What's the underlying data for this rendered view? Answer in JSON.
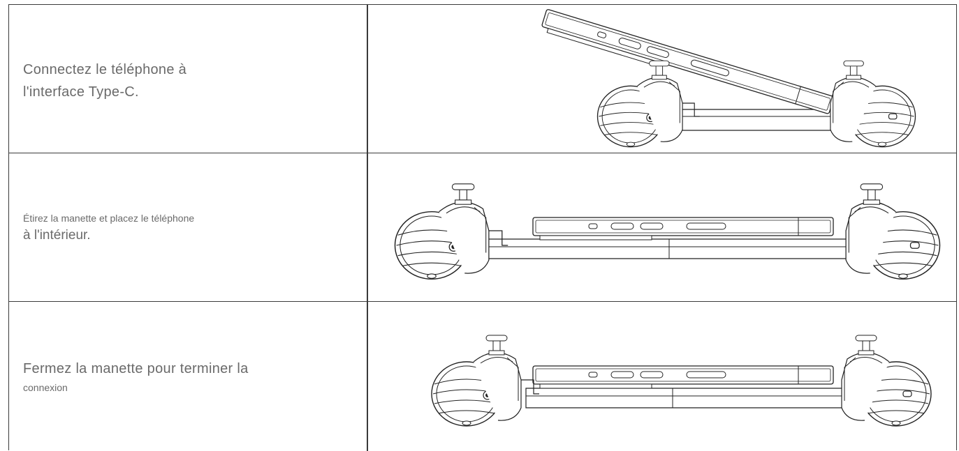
{
  "rows": [
    {
      "line1": "Connectez le téléphone à",
      "line2": "l'interface Type-C."
    },
    {
      "line1": "Étirez la manette et placez le téléphone",
      "line2": "à l'intérieur."
    },
    {
      "line1": "Fermez la manette pour terminer la",
      "line2": "connexion"
    }
  ]
}
